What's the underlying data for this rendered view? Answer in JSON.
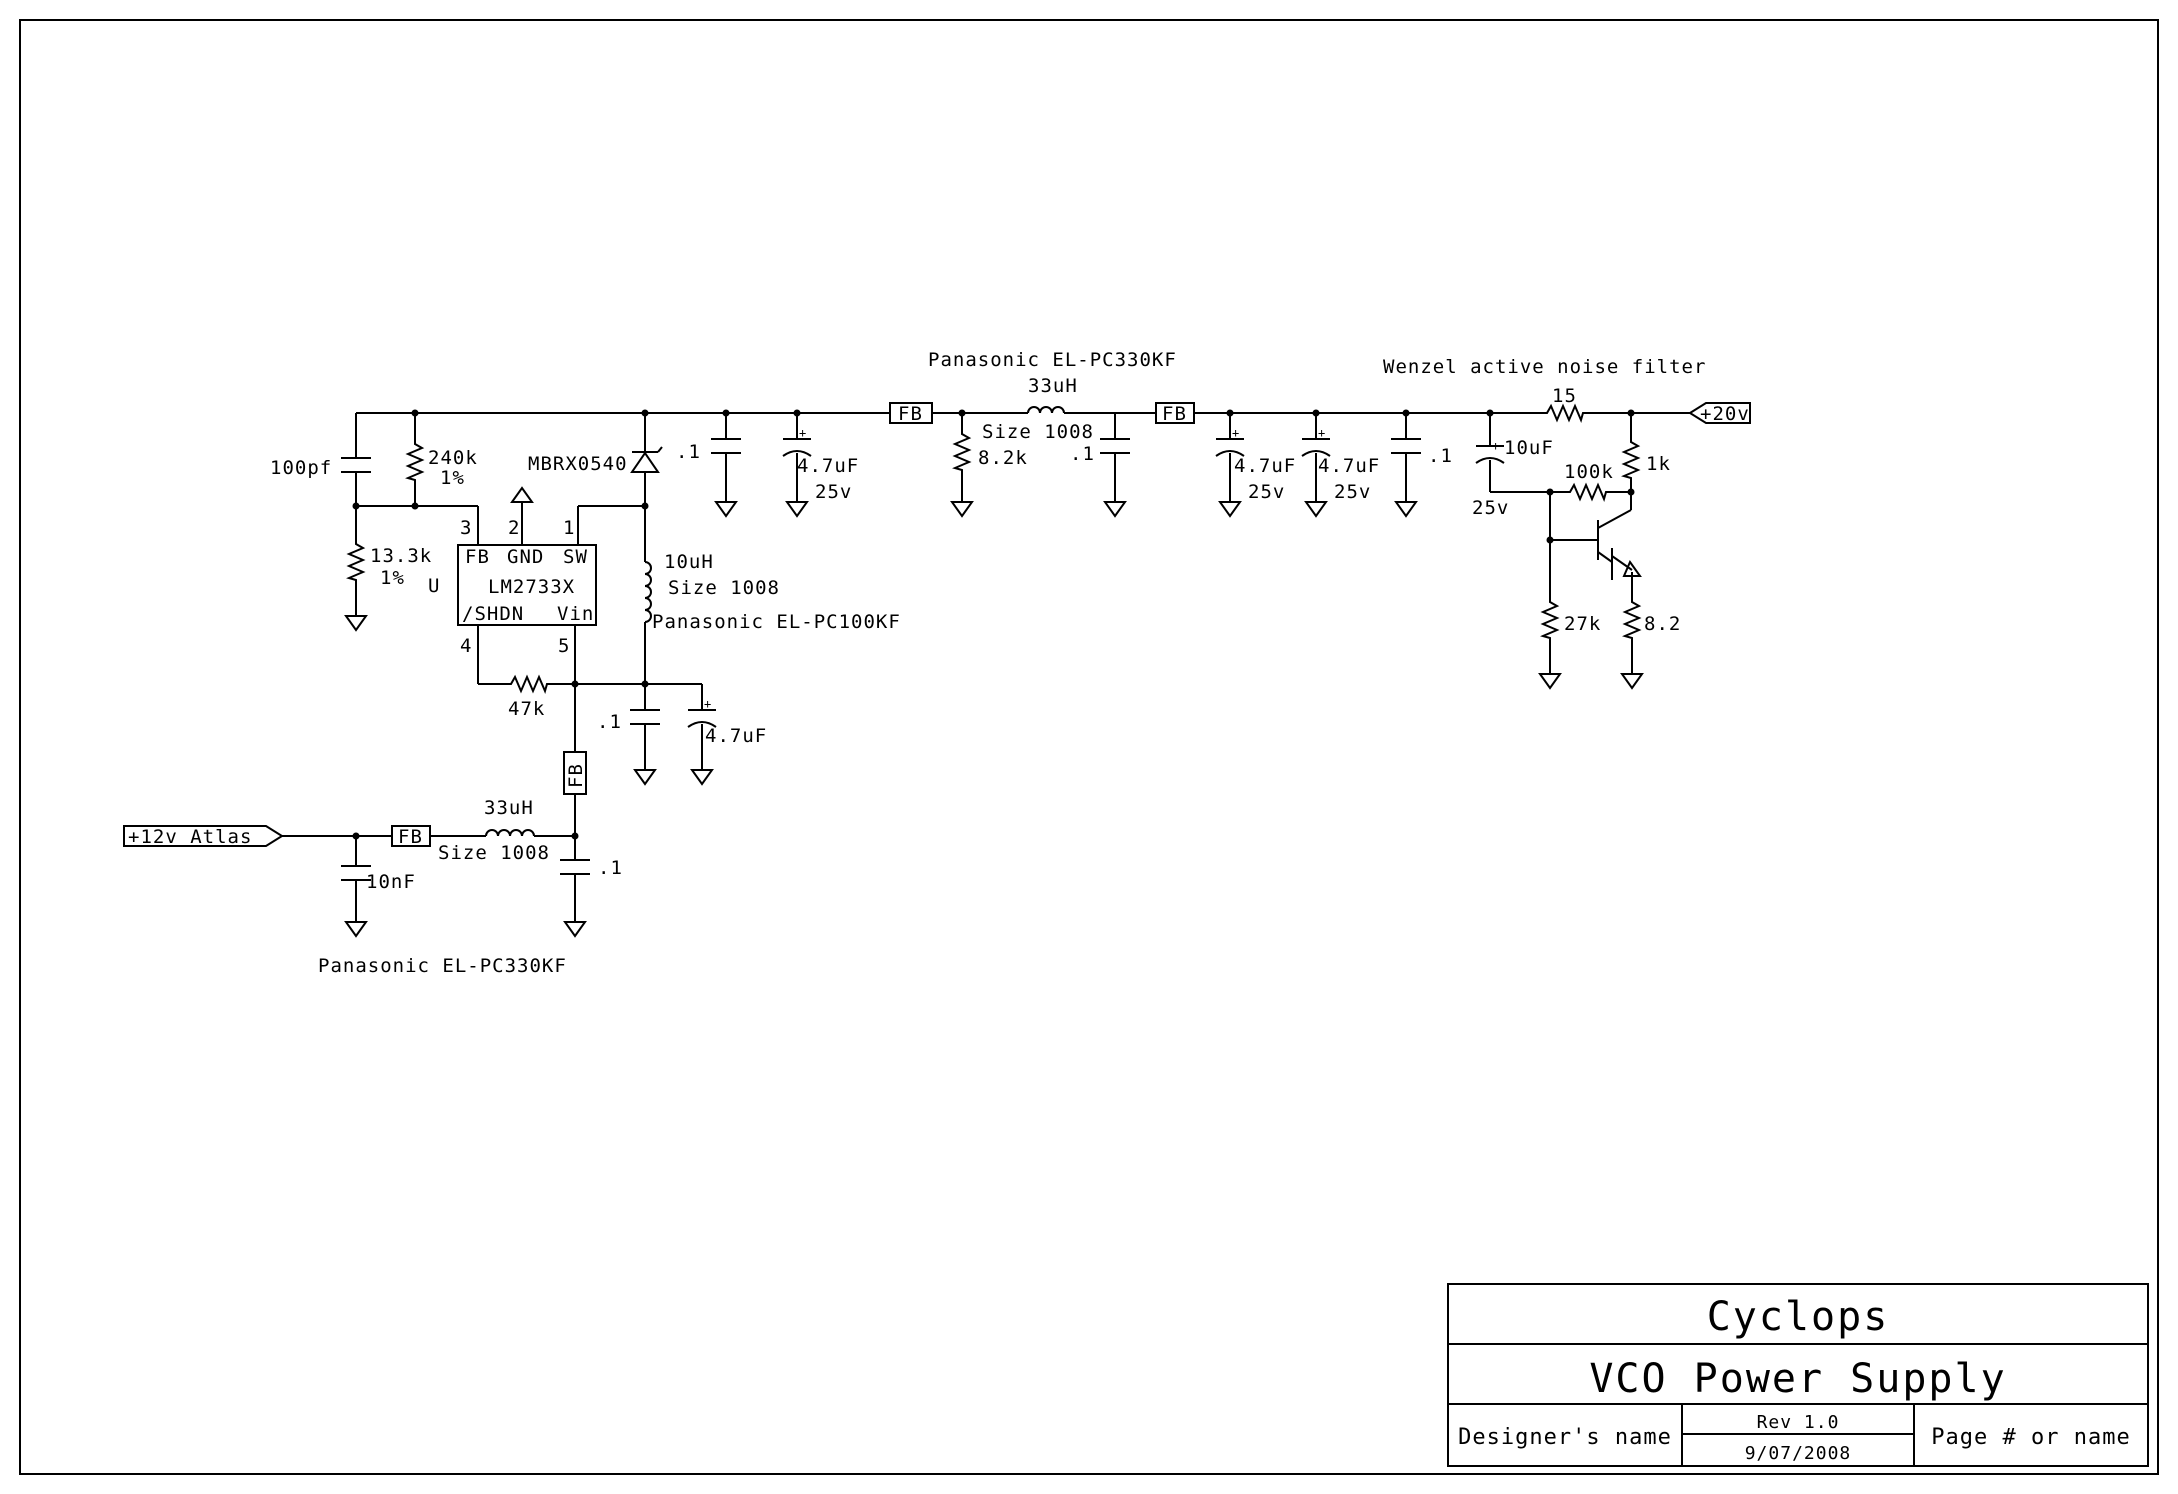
{
  "title_block": {
    "project": "Cyclops",
    "sheet_title": "VCO Power Supply",
    "designer": "Designer's name",
    "revision": "Rev 1.0",
    "date": "9/07/2008",
    "page": "Page # or name"
  },
  "ports": {
    "input": "+12v Atlas",
    "output": "+20v"
  },
  "regulator": {
    "part": "LM2733X",
    "ref": "U",
    "pin_fb": "FB",
    "pin_gnd": "GND",
    "pin_sw": "SW",
    "pin_shdn": "/SHDN",
    "pin_vin": "Vin",
    "pin1": "1",
    "pin2": "2",
    "pin3": "3",
    "pin4": "4",
    "pin5": "5"
  },
  "labels": {
    "c_100pf": "100pf",
    "r_240k": "240k",
    "r_240k_tol": "1%",
    "r_13k3": "13.3k",
    "r_13k3_tol": "1%",
    "diode": "MBRX0540",
    "c1_val": ".1",
    "c2_val": "4.7uF",
    "c2_volt": "25v",
    "fb_label": "FB",
    "l_mid_note": "Panasonic EL-PC330KF",
    "l_mid_val": "33uH",
    "l_mid_size": "Size 1008",
    "r_8k2": "8.2k",
    "c3_val": ".1",
    "c4_val": "4.7uF",
    "c4_volt": "25v",
    "c5_val": "4.7uF",
    "c5_volt": "25v",
    "c6_val": ".1",
    "filter_note": "Wenzel active noise filter",
    "r_15": "15",
    "c7_val": "10uF",
    "c7_volt": "25v",
    "r_100k": "100k",
    "r_1k": "1k",
    "r_27k": "27k",
    "r_8r2": "8.2",
    "l_sw_val": "10uH",
    "l_sw_size": "Size 1008",
    "l_sw_note": "Panasonic EL-PC100KF",
    "r_47k": "47k",
    "c8_val": ".1",
    "c9_val": "4.7uF",
    "l_in_val": "33uH",
    "l_in_size": "Size 1008",
    "c10_val": "10nF",
    "c11_val": ".1",
    "l_in_note": "Panasonic EL-PC330KF",
    "plus": "+"
  }
}
